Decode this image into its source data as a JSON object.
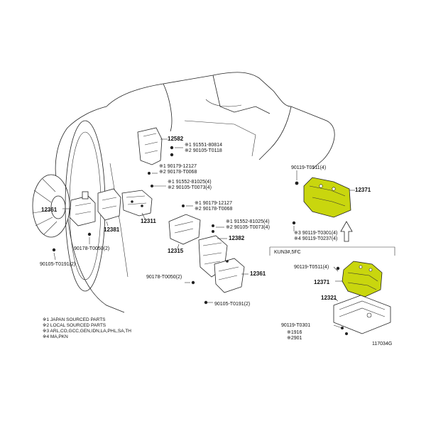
{
  "highlight_color": "#c9d60e",
  "labels": {
    "p12582": "12582",
    "n_12582_a": "※1 91551-80814",
    "n_12582_b": "※2 90105-T0118",
    "n_mid_a": "※1 90179-12127",
    "n_mid_b": "※2 90178-T0068",
    "n_mid_c": "※1 91552-81025(4)",
    "n_mid_d": "※2 90105-T0073(4)",
    "p12311": "12311",
    "p12361_left": "12361",
    "p12381": "12381",
    "n_left_nut": "90178-T0050(2)",
    "n_left_bolt": "90105-T0191(2)",
    "n_ctr_a": "※1 90179-12127",
    "n_ctr_b": "※2 90178-T0068",
    "n_ctr_c": "※1 91552-81025(4)",
    "n_ctr_d": "※2 90105-T0073(4)",
    "p12315": "12315",
    "p12382": "12382",
    "p12361_ctr": "12361",
    "n_ctr_nut": "90178-T0050(2)",
    "n_ctr_bolt": "90105-T0191(2)",
    "n_r_top": "90119-T0511(4)",
    "p12371_top": "12371",
    "n_r_a": "※3 90119-T0301(4)",
    "n_r_b": "※4 90119-T0237(4)",
    "variant": "KUN3#,5FC",
    "n_r2_top": "90119-T0511(4)",
    "p12371_bottom": "12371",
    "p12321": "12321",
    "n_r2_bolt": "90119-T0301",
    "n_r2_a": "※1916",
    "n_r2_b": "※2901",
    "diagram_id": "117034G"
  },
  "notes": [
    "※1 JAPAN SOURCED PARTS",
    "※2 LOCAL SOURCED PARTS",
    "※3 ARL,CO,GCC,GEN,IDN,LA,PHL,SA,TH",
    "※4 MA,PKN"
  ]
}
